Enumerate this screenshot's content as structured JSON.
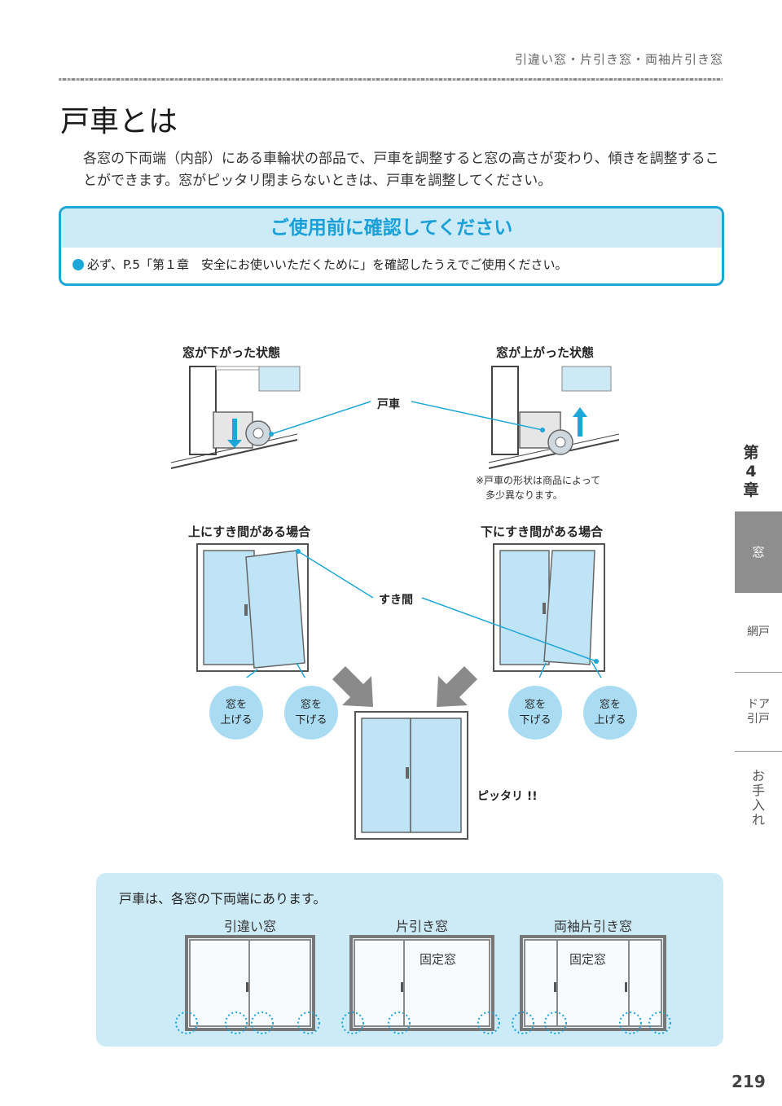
{
  "header": {
    "category": "引違い窓・片引き窓・両袖片引き窓"
  },
  "page": {
    "title": "戸車とは",
    "intro": "各窓の下両端（内部）にある車輪状の部品で、戸車を調整すると窓の高さが変わり、傾きを調整することができます。窓がピッタリ閉まらないときは、戸車を調整してください。",
    "page_number": "219"
  },
  "notice": {
    "heading": "ご使用前に確認してください",
    "body": "必ず、P.5「第１章　安全にお使いいただくために」を確認したうえでご使用ください。"
  },
  "figure": {
    "label_down": "窓が下がった状態",
    "label_up": "窓が上がった状態",
    "callout_roller": "戸車",
    "note_line1": "※戸車の形状は商品によって",
    "note_line2": "多少異なります。",
    "label_gap_top": "上にすき間がある場合",
    "label_gap_bottom": "下にすき間がある場合",
    "callout_gap": "すき間",
    "bubbles": [
      {
        "line1": "窓を",
        "line2": "上げる"
      },
      {
        "line1": "窓を",
        "line2": "下げる"
      },
      {
        "line1": "窓を",
        "line2": "下げる"
      },
      {
        "line1": "窓を",
        "line2": "上げる"
      }
    ],
    "result": "ピッタリ !!"
  },
  "side_tabs": {
    "chapter_line1": "第",
    "chapter_line2": "4",
    "chapter_line3": "章",
    "active": "窓",
    "screen": "網戸",
    "door_line1": "ドア",
    "door_line2": "引戸",
    "care_1": "お",
    "care_2": "手",
    "care_3": "入",
    "care_4": "れ"
  },
  "bottom": {
    "text": "戸車は、各窓の下両端にあります。",
    "win1": "引違い窓",
    "win2": "片引き窓",
    "win3": "両袖片引き窓",
    "fixed_label": "固定窓"
  },
  "colors": {
    "accent": "#1ea7d6",
    "light_blue": "#cdeaf7",
    "glass": "#bfe4f5",
    "bubble": "#a9dcf2"
  }
}
